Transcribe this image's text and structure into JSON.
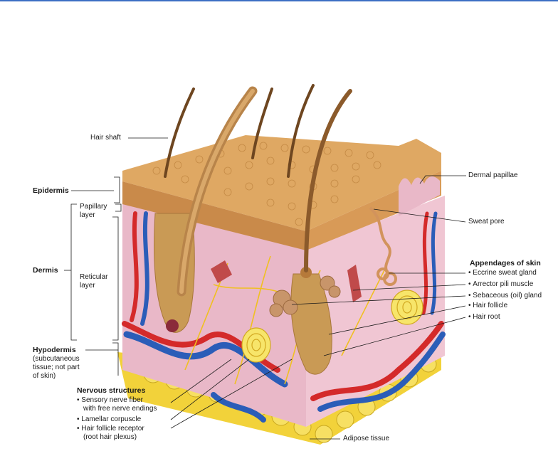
{
  "labels": {
    "hair_shaft": "Hair shaft",
    "epidermis": "Epidermis",
    "papillary_layer": [
      "Papillary",
      "layer"
    ],
    "dermis": "Dermis",
    "reticular_layer": [
      "Reticular",
      "layer"
    ],
    "hypodermis": "Hypodermis",
    "hypodermis_note": [
      "(subcutaneous",
      "tissue; not part",
      "of skin)"
    ],
    "dermal_papillae": "Dermal papillae",
    "sweat_pore": "Sweat pore",
    "adipose_tissue": "Adipose tissue"
  },
  "appendages": {
    "title": "Appendages of skin",
    "items": [
      "Eccrine sweat gland",
      "Arrector pili muscle",
      "Sebaceous (oil) gland",
      "Hair follicle",
      "Hair root"
    ]
  },
  "nervous": {
    "title": "Nervous structures",
    "items": [
      [
        "Sensory nerve fiber",
        "with free nerve endings"
      ],
      [
        "Lamellar corpuscle"
      ],
      [
        "Hair follicle receptor",
        "(root hair plexus)"
      ]
    ]
  },
  "colors": {
    "epidermis_tan": "#d9a35f",
    "dermis_pink": "#e8b6c6",
    "artery_red": "#d42a2a",
    "vein_blue": "#2b5db8",
    "fat_yellow": "#f2d23a",
    "nerve_yellow": "#f0c020",
    "hair_brown": "#8b5a2b",
    "top_rule_blue": "#3d6fc4"
  }
}
